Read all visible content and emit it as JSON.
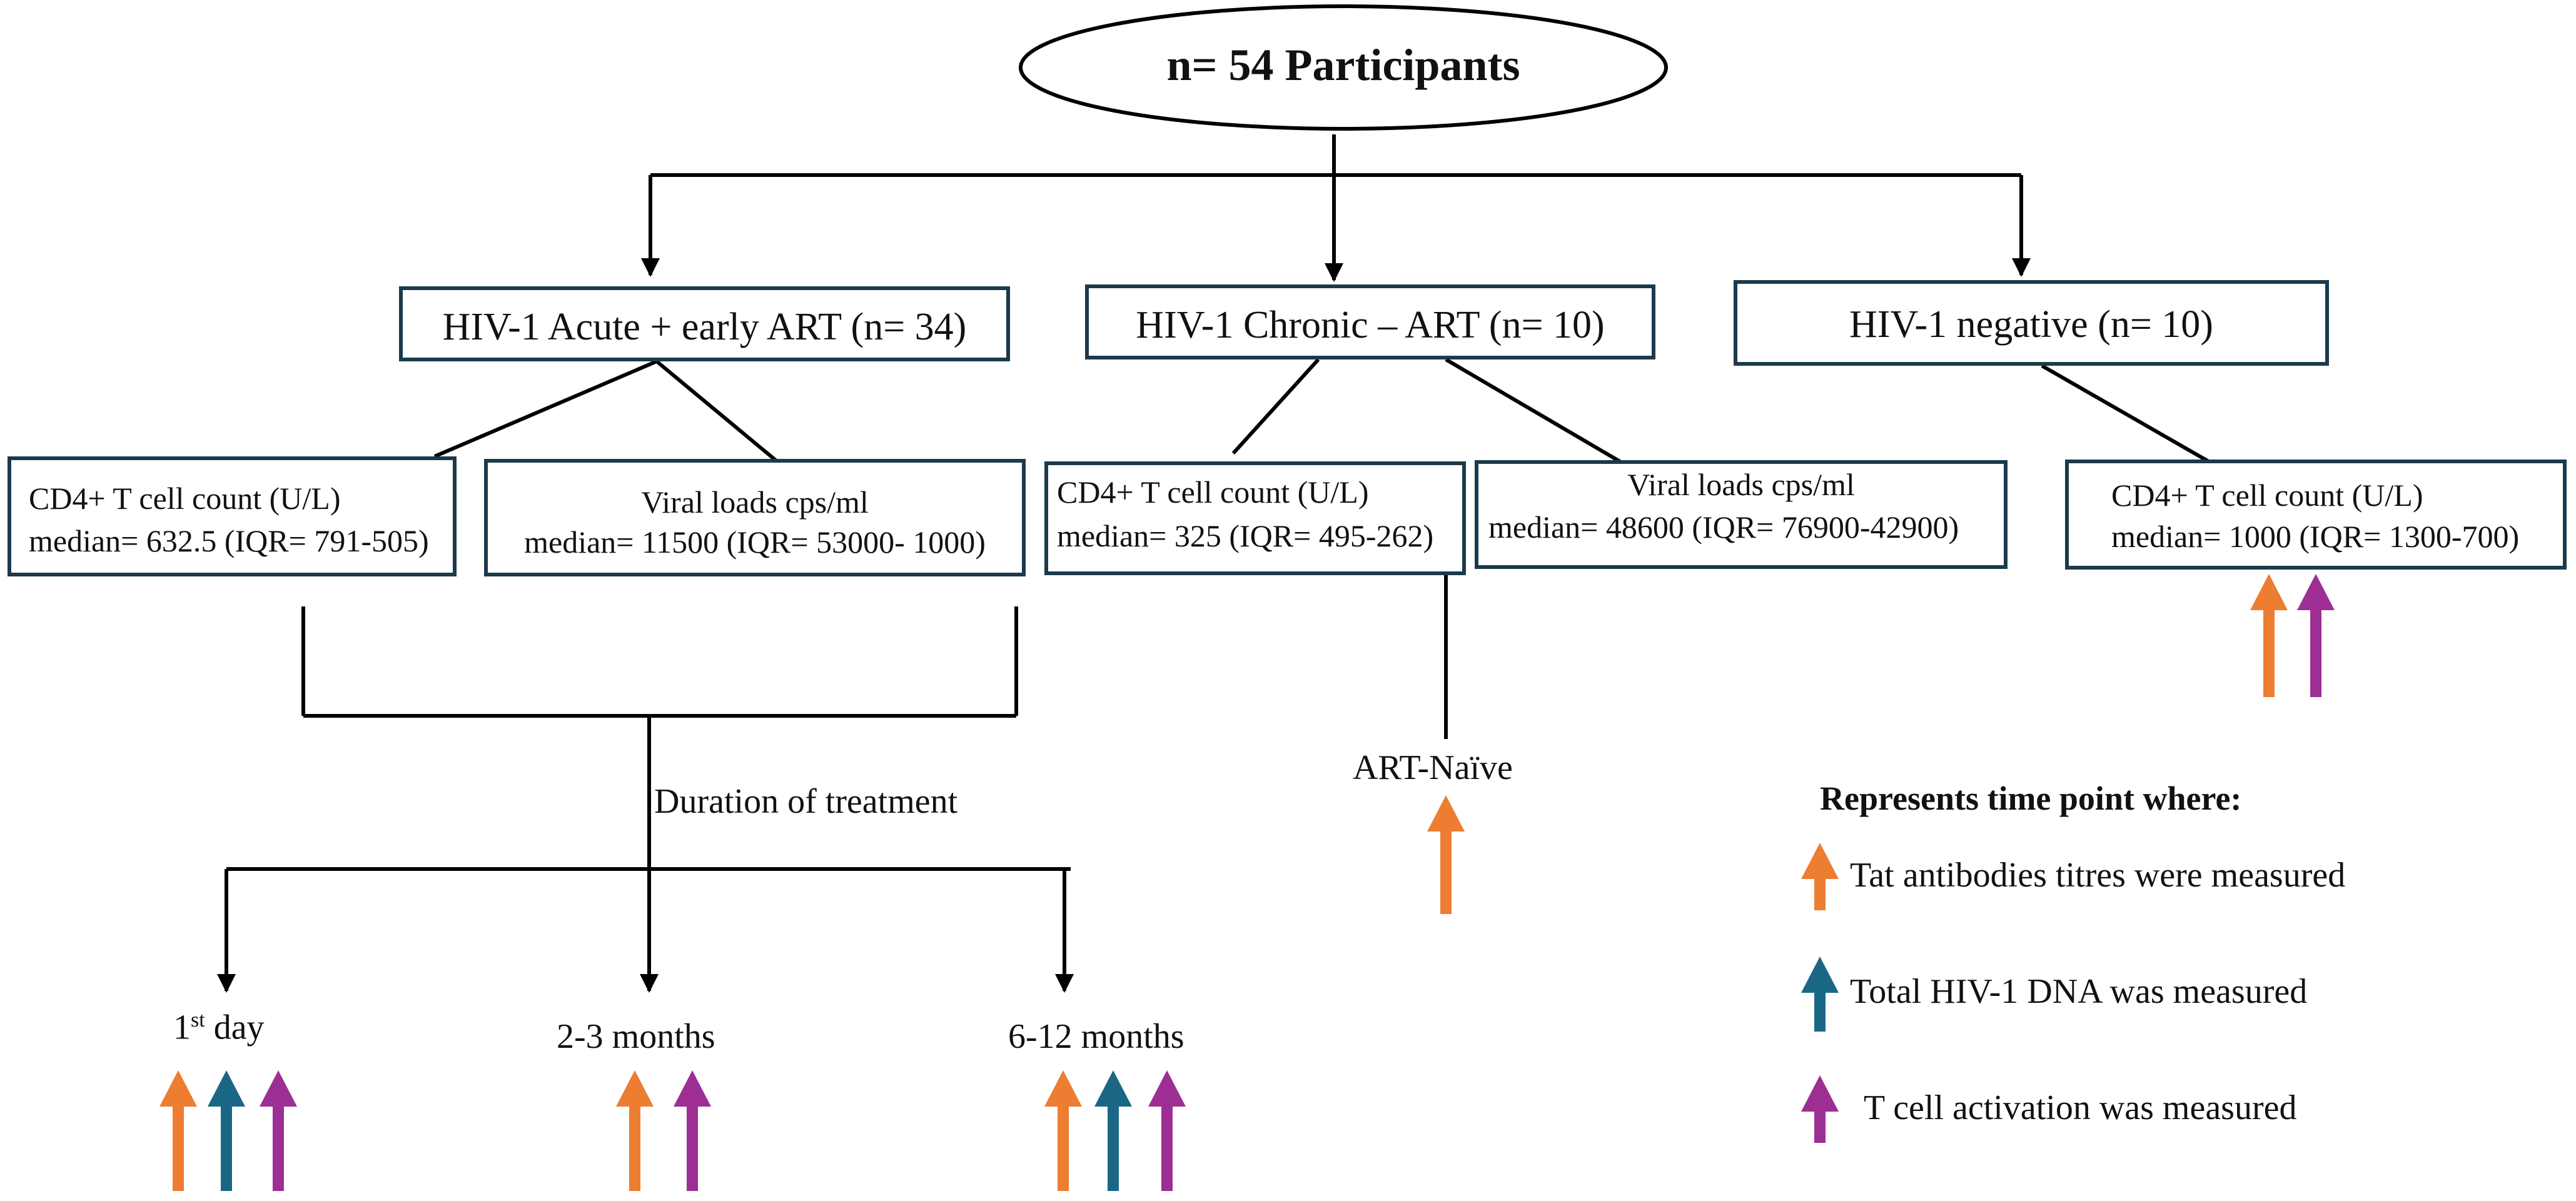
{
  "root": {
    "label": "n= 54 Participants"
  },
  "groups": [
    {
      "label": "HIV-1 Acute + early ART (n= 34)",
      "cd4": {
        "title": "CD4+ T cell count (U/L)",
        "median": "median= 632.5 (IQR= 791-505)"
      },
      "viral": {
        "title": "Viral loads cps/ml",
        "median": "median= 11500 (IQR= 53000- 1000)"
      },
      "duration_label": "Duration of treatment",
      "timepoints": [
        {
          "label_main": "1",
          "label_sup": "st",
          "label_rest": " day",
          "markers": [
            "tat",
            "dna",
            "activation"
          ]
        },
        {
          "label_main": "2-3 months",
          "markers": [
            "tat",
            "activation"
          ]
        },
        {
          "label_main": "6-12 months",
          "markers": [
            "tat",
            "dna",
            "activation"
          ]
        }
      ]
    },
    {
      "label": "HIV-1 Chronic – ART (n= 10)",
      "cd4": {
        "title": "CD4+ T cell count (U/L)",
        "median": "median= 325 (IQR= 495-262)"
      },
      "viral": {
        "title": "Viral loads cps/ml",
        "median": "median= 48600 (IQR= 76900-42900)"
      },
      "naive_label": "ART-Naïve",
      "markers": [
        "tat"
      ]
    },
    {
      "label": "HIV-1 negative (n= 10)",
      "cd4": {
        "title": "CD4+ T cell count (U/L)",
        "median": "median= 1000 (IQR= 1300-700)"
      },
      "markers": [
        "tat",
        "activation"
      ]
    }
  ],
  "legend": {
    "title": "Represents time point where:",
    "items": [
      {
        "key": "tat",
        "label": "Tat antibodies titres were measured",
        "icon": "up-arrow-icon"
      },
      {
        "key": "dna",
        "label": "Total HIV-1 DNA was measured",
        "icon": "up-arrow-icon"
      },
      {
        "key": "activation",
        "label": "T cell activation was measured",
        "icon": "up-arrow-icon"
      }
    ]
  },
  "colors": {
    "tat": "#ed7d31",
    "dna": "#1a6785",
    "activation": "#9c2e94",
    "border": "#1b3a4b",
    "line": "#000000"
  }
}
